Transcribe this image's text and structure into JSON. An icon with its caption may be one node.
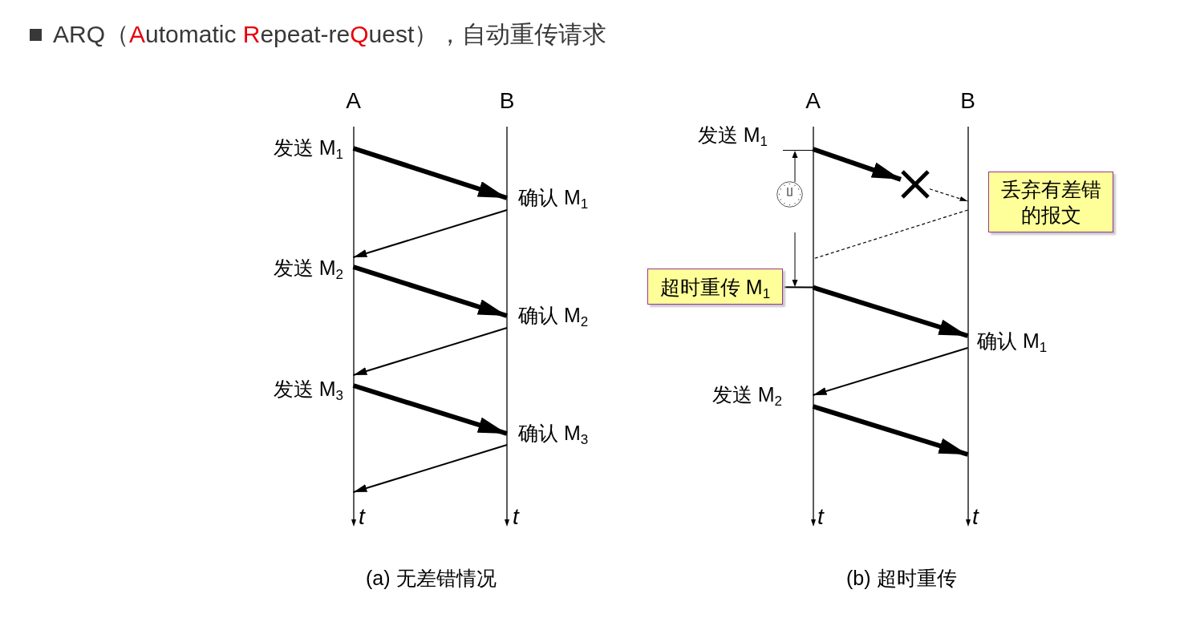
{
  "diagram": {
    "title": "ARQ（**A**utomatic **R**epeat-re**Q**uest），自动重传请求",
    "nodes": [
      {
        "text": [
          "A"
        ]
      },
      {
        "text": [
          "B"
        ]
      },
      {
        "text": [
          "A"
        ]
      },
      {
        "text": [
          "B"
        ]
      },
      {
        "text": [],
        "shape": "cross"
      },
      {
        "text": [
          "丢弃有差错的报文"
        ]
      },
      {
        "text": [
          "超时重传 M$_{1}$"
        ]
      }
    ],
    "edges": [
      {
        "from": 0,
        "to": 1,
        "arrow": "to",
        "style": "thick",
        "label": "发送 M$_{1}$"
      },
      {
        "from": 1,
        "to": 0,
        "arrow": "to",
        "label": "确认 M$_{1}$"
      },
      {
        "from": 0,
        "to": 1,
        "arrow": "to",
        "style": "thick",
        "label": "发送 M$_{2}$"
      },
      {
        "from": 1,
        "to": 0,
        "arrow": "to",
        "label": "确认 M$_{2}$"
      },
      {
        "from": 0,
        "to": 1,
        "arrow": "to",
        "style": "thick",
        "label": "发送 M$_{3}$"
      },
      {
        "from": 1,
        "to": 0,
        "arrow": "to",
        "label": "确认 M$_{3}$"
      },
      {
        "from": 2,
        "to": 4,
        "arrow": "to",
        "style": "thick",
        "label": "发送 M$_{1}$"
      },
      {
        "from": 4,
        "to": 3,
        "arrow": "to",
        "style": "dashed"
      },
      {
        "from": 3,
        "to": 2,
        "arrow": "none",
        "style": "dashed"
      },
      {
        "from": 6,
        "to": 2,
        "arrow": "none"
      },
      {
        "from": 2,
        "to": 3,
        "arrow": "to",
        "style": "thick"
      },
      {
        "from": 3,
        "to": 2,
        "arrow": "to",
        "label": "确认 M$_{1}$"
      },
      {
        "from": 2,
        "to": 3,
        "arrow": "to",
        "style": "thick",
        "label": "发送 M$_{2}$"
      }
    ],
    "labels": [
      "t",
      "t",
      "t",
      "t",
      "(a) 无差错情况",
      "(b) 超时重传"
    ]
  }
}
